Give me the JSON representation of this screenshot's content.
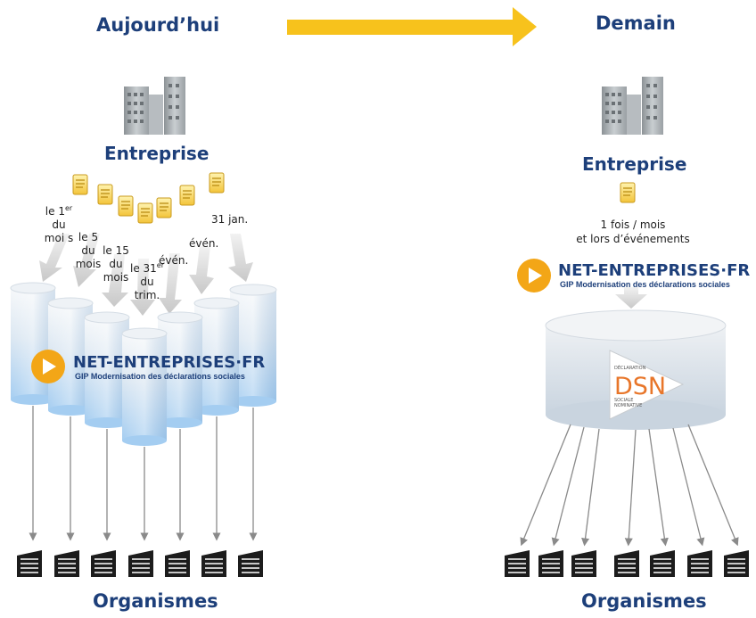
{
  "left": {
    "title": "Aujourd’hui",
    "entreprise": "Entreprise",
    "organismes": "Organismes",
    "labels": {
      "premier_line1": "le 1",
      "premier_sup": "er",
      "premier_line2": "du",
      "premier_line3": "moi s",
      "cinq": "le 5\ndu\nmois",
      "quinze": "le 15\ndu\nmois",
      "trente_et_un_line1": "le 31",
      "trente_et_un_sup": "er",
      "trente_et_un_line2": "du",
      "trente_et_un_line3": "trim.",
      "even1": "évén.",
      "even2": "évén.",
      "jan": "31 jan."
    },
    "logo": {
      "main": "NET-ENTREPRISES·FR",
      "sub": "GIP Modernisation des déclarations sociales"
    }
  },
  "right": {
    "title": "Demain",
    "entreprise": "Entreprise",
    "organismes": "Organismes",
    "frequency_line1": "1 fois / mois",
    "frequency_line2": "et lors d’événements",
    "logo": {
      "main": "NET-ENTREPRISES·FR",
      "sub": "GIP Modernisation des déclarations sociales"
    },
    "dsn": {
      "letters": "DSN",
      "top": "DÉCLARATION",
      "bottom1": "SOCIALE",
      "bottom2": "NOMINATIVE"
    }
  },
  "colors": {
    "title_blue": "#1d3f7a",
    "arrow_yellow": "#f7c21c",
    "cylinder_blue": "#a9d0f2",
    "logo_orange": "#f3a617",
    "dsn_orange": "#e8762a"
  }
}
